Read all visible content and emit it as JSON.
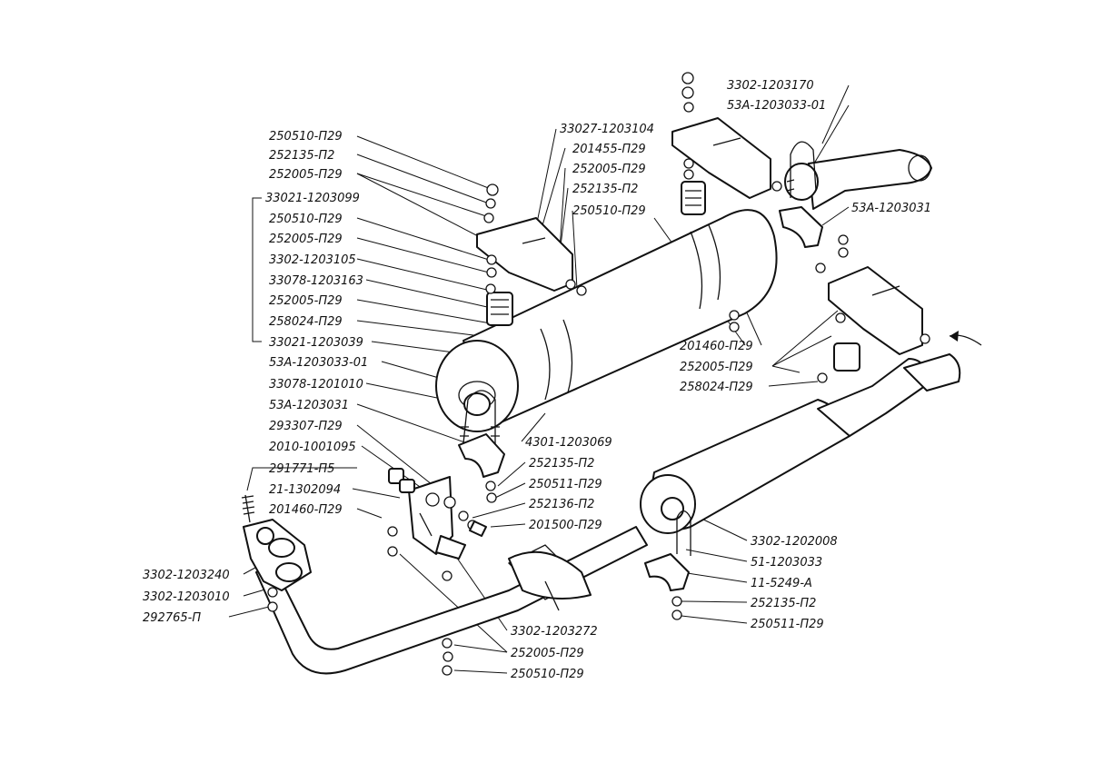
{
  "labels": {
    "l01": "250510-П29",
    "l02": "252135-П2",
    "l03": "252005-П29",
    "l04": "33021-1203099",
    "l05": "250510-П29",
    "l06": "252005-П29",
    "l07": "3302-1203105",
    "l08": "33078-1203163",
    "l09": "252005-П29",
    "l10": "258024-П29",
    "l11": "33021-1203039",
    "l12": "53А-1203033-01",
    "l13": "33078-1201010",
    "l14": "53А-1203031",
    "l15": "293307-П29",
    "l16": "2010-1001095",
    "l17": "291771-П5",
    "l18": "21-1302094",
    "l19": "201460-П29",
    "l20": "3302-1203240",
    "l21": "3302-1203010",
    "l22": "292765-П",
    "l23": "33027-1203104",
    "l24": "201455-П29",
    "l25": "252005-П29",
    "l26": "252135-П2",
    "l27": "250510-П29",
    "l28": "3302-1203170",
    "l29": "53А-1203033-01",
    "l30": "53А-1203031",
    "l31": "201460-П29",
    "l32": "252005-П29",
    "l33": "258024-П29",
    "l34": "4301-1203069",
    "l35": "252135-П2",
    "l36": "250511-П29",
    "l37": "252136-П2",
    "l38": "201500-П29",
    "l39": "3302-1202008",
    "l40": "51-1203033",
    "l41": "11-5249-А",
    "l42": "252135-П2",
    "l43": "250511-П29",
    "l44": "3302-1203272",
    "l45": "252005-П29",
    "l46": "250510-П29"
  }
}
